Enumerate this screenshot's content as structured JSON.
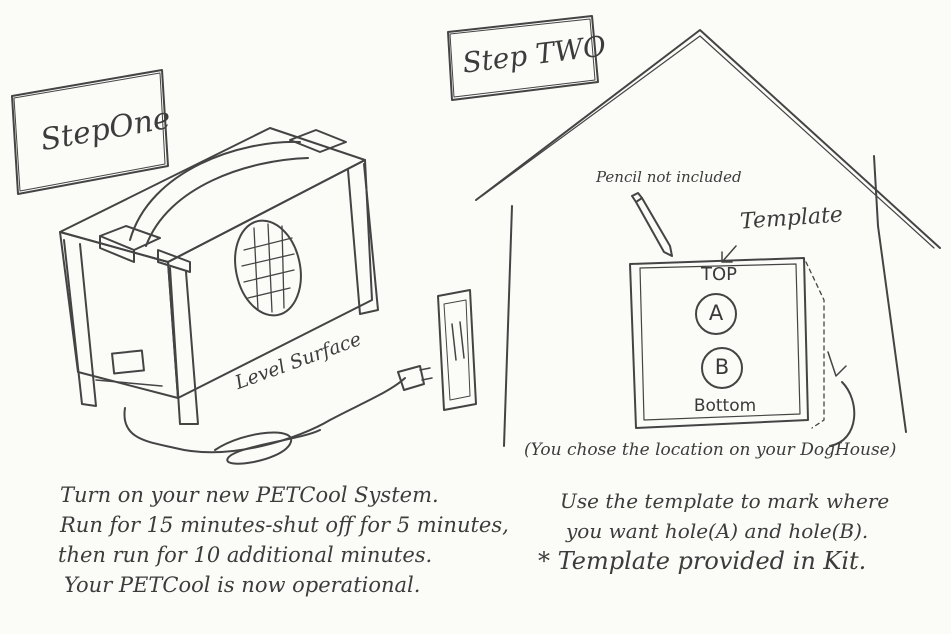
{
  "step_one": {
    "title": "StepOne",
    "surface_label": "Level Surface",
    "caption_lines": [
      "Turn on your new PETCool System.",
      "Run for 15 minutes-shut off for 5 minutes,",
      "then run for 10 additional minutes.",
      "Your PETCool is now operational."
    ]
  },
  "step_two": {
    "title": "Step TWO",
    "pencil_label": "Pencil not included",
    "template_label": "Template",
    "template_top": "TOP",
    "hole_a": "A",
    "hole_b": "B",
    "template_bottom": "Bottom",
    "location_note": "(You chose the location on your DogHouse)",
    "caption_lines": [
      "Use the template to mark where",
      "you want hole(A) and hole(B).",
      "* Template provided in Kit."
    ]
  }
}
